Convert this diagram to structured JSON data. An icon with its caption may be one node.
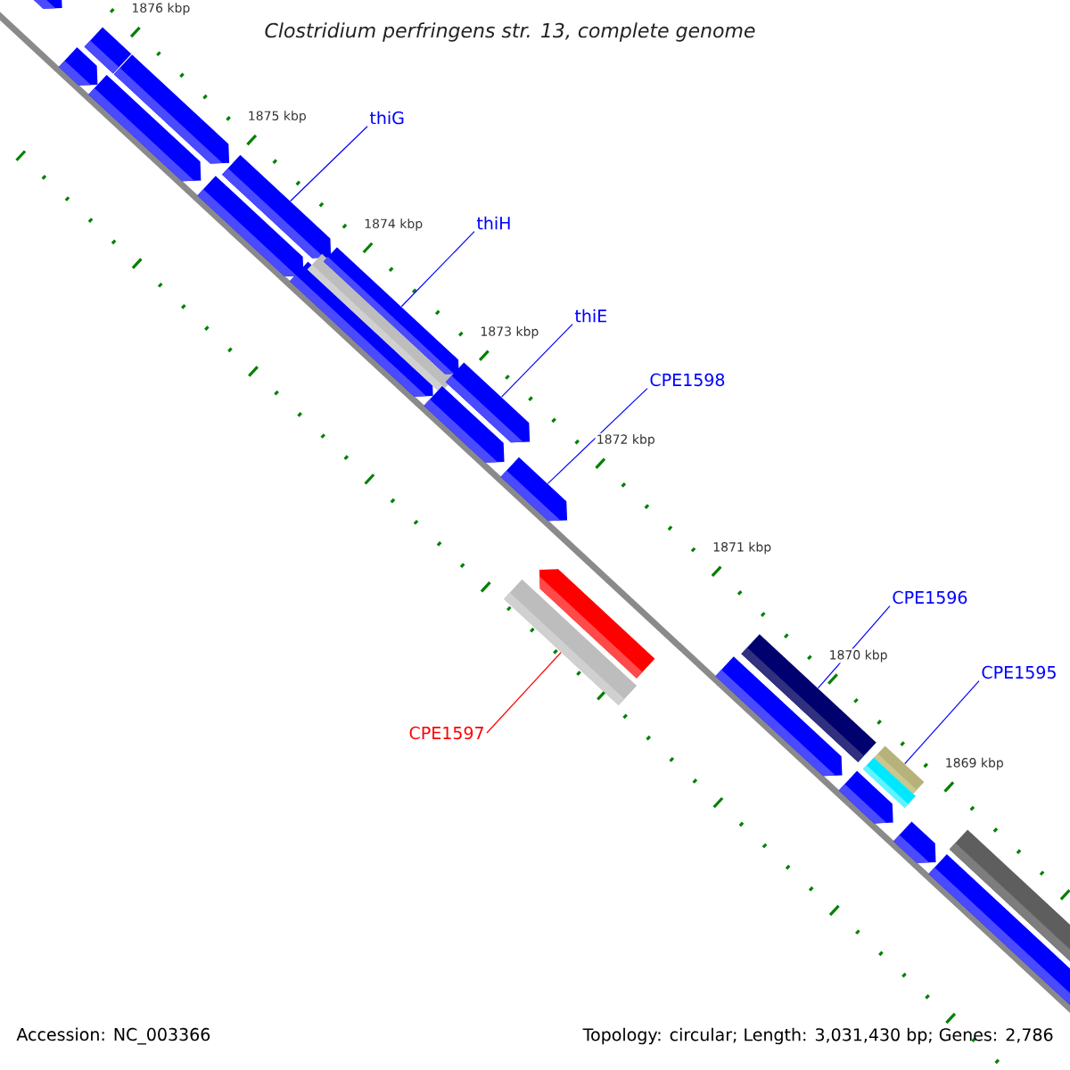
{
  "diagram": {
    "title": "Clostridium perfringens str. 13, complete genome",
    "nodes": [
      {
        "text": [
          "thiG"
        ]
      },
      {
        "text": [
          "thiH"
        ]
      },
      {
        "text": [
          "thiE"
        ]
      },
      {
        "text": [
          "CPE1598"
        ]
      },
      {
        "text": [
          "CPE1596"
        ]
      },
      {
        "text": [
          "CPE1595"
        ]
      },
      {
        "text": [
          "CPE1597"
        ]
      },
      {
        "text": [],
        "shape": "arrow"
      },
      {
        "text": [],
        "shape": "arrow"
      },
      {
        "text": [],
        "shape": "bar"
      },
      {
        "text": [],
        "shape": "arrow"
      },
      {
        "text": [],
        "shape": "arrow"
      },
      {
        "text": [],
        "shape": "arrow"
      },
      {
        "text": [],
        "shape": "arrow"
      },
      {
        "text": [],
        "shape": "arrow"
      },
      {
        "text": [],
        "shape": "bar"
      },
      {
        "text": [],
        "shape": "arrow"
      },
      {
        "text": [],
        "shape": "arrow"
      },
      {
        "text": [],
        "shape": "arrow"
      },
      {
        "text": [],
        "shape": "arrow"
      },
      {
        "text": [],
        "shape": "bar"
      },
      {
        "text": [],
        "shape": "arrow"
      },
      {
        "text": [],
        "shape": "arrow"
      },
      {
        "text": [],
        "shape": "bar"
      },
      {
        "text": [],
        "shape": "arrow"
      },
      {
        "text": [],
        "shape": "bar"
      },
      {
        "text": [],
        "shape": "bar"
      },
      {
        "text": [],
        "shape": "arrow"
      },
      {
        "text": [],
        "shape": "arrow"
      },
      {
        "text": [],
        "shape": "bar"
      }
    ],
    "edges": [
      {
        "from": 0,
        "to": 13,
        "arrow": "none"
      },
      {
        "from": 1,
        "to": 16,
        "arrow": "none"
      },
      {
        "from": 2,
        "to": 18,
        "arrow": "none"
      },
      {
        "from": 3,
        "to": 19,
        "arrow": "none"
      },
      {
        "from": 4,
        "to": 23,
        "arrow": "none"
      },
      {
        "from": 5,
        "to": 26,
        "arrow": "none"
      },
      {
        "from": 6,
        "to": 20,
        "arrow": "none",
        "color": "#ff0000"
      }
    ],
    "labels": [
      "1876 kbp",
      "1875 kbp",
      "1874 kbp",
      "1873 kbp",
      "1872 kbp",
      "1871 kbp",
      "1870 kbp",
      "1869 kbp",
      "Accession: NC_003366",
      "Topology: circular; Length: 3,031,430 bp; Genes: 2,786"
    ]
  }
}
